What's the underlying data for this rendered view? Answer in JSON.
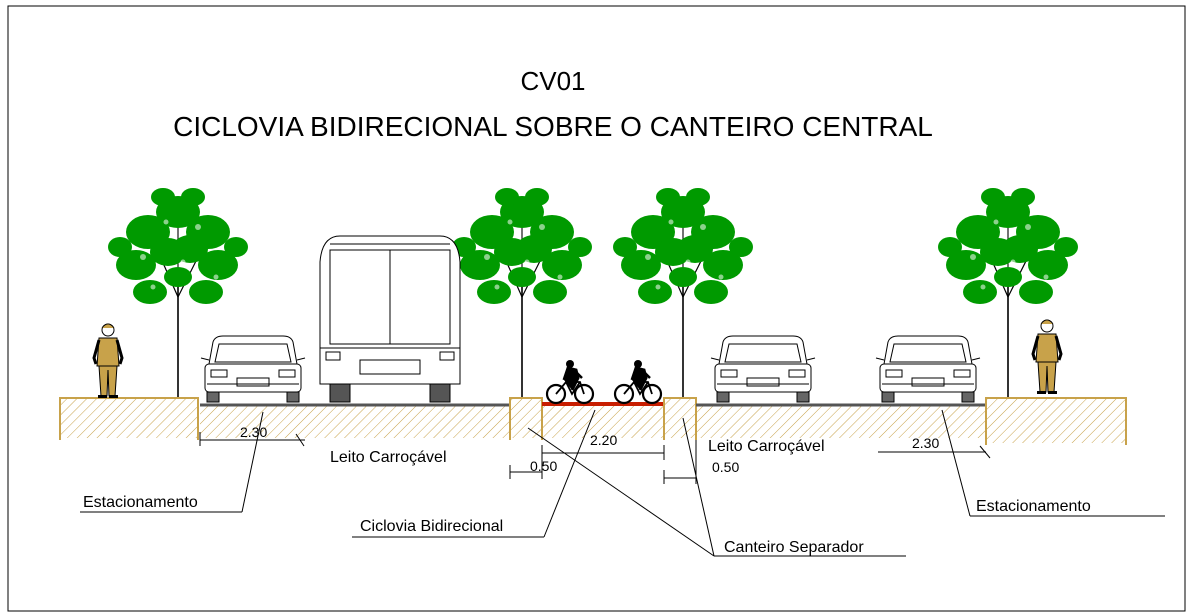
{
  "title": {
    "code": "CV01",
    "subtitle": "CICLOVIA BIDIRECIONAL  SOBRE O CANTEIRO CENTRAL"
  },
  "labels": {
    "parking_left": "Estacionamento",
    "parking_right": "Estacionamento",
    "roadway_left": "Leito Carroçável",
    "roadway_right": "Leito Carroçável",
    "cycleway": "Ciclovia Bidirecional",
    "separator": "Canteiro Separador"
  },
  "dimensions": {
    "parking_left_width": "2.30",
    "cycleway_width": "2.20",
    "separator_left_width": "0.50",
    "separator_right_width": "0.50",
    "parking_right_width": "2.30"
  },
  "colors": {
    "tree_foliage": "#009a00",
    "cycleway_surface": "#c81e00",
    "ground_hatch": "#c8a24a",
    "road_surface": "#555555",
    "outline": "#000000"
  },
  "icons": [
    "tree-icon",
    "bus-icon",
    "car-icon",
    "cyclist-icon",
    "pedestrian-icon"
  ]
}
